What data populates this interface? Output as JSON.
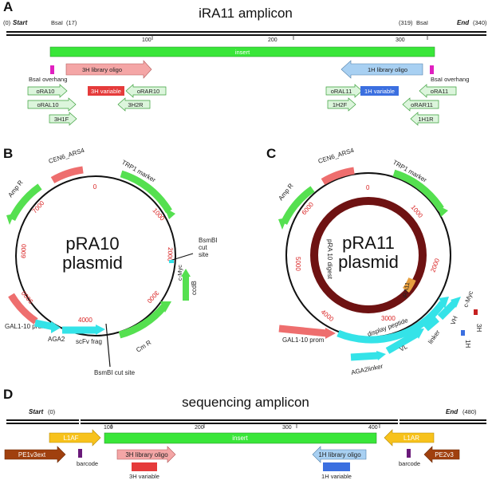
{
  "colors": {
    "insert_green": "#39e639",
    "oligo_pink": "#f4a6a6",
    "oligo_blue": "#a8d0f2",
    "primer_green": "#dcf5dc",
    "variable_red": "#e53b3b",
    "variable_blue": "#3b6fe0",
    "marker_green": "#55e050",
    "cen_red": "#ee6e6e",
    "cyan": "#34e3e8",
    "gold": "#f7c21c",
    "brown": "#a0400e",
    "magenta": "#e020c0",
    "purple": "#6a1a7a",
    "plasmid_dark": "#6e1212",
    "tick_red": "#d81e1e"
  },
  "panel_a": {
    "label": "A",
    "title": "iRA11 amplicon",
    "start_pos": "(0)",
    "start_label": "Start",
    "bsai_left": "BsaI",
    "bsai_left_pos": "(17)",
    "bsai_right_pos": "(319)",
    "bsai_right": "BsaI",
    "end_label": "End",
    "end_pos": "(340)",
    "ticks": [
      "100",
      "200",
      "300"
    ],
    "insert_label": "insert",
    "oligo_3h": "3H library oligo",
    "oligo_1h": "1H library oligo",
    "overhang_left": "BsaI overhang",
    "overhang_right": "BsaI overhang",
    "primer_ora10": "oRA10",
    "var_3h": "3H variable",
    "primer_orar10": "oRAR10",
    "primer_oral10": "oRAL10",
    "primer_3h2r": "3H2R",
    "primer_3h1f": "3H1F",
    "primer_oral11": "oRAL11",
    "var_1h": "1H variable",
    "primer_ora11": "oRA11",
    "primer_1h2f": "1H2F",
    "primer_orar11": "oRAR11",
    "primer_1h1r": "1H1R"
  },
  "panel_b": {
    "label": "B",
    "name_line1": "pRA10",
    "name_line2": "plasmid",
    "ticks": [
      "0",
      "1000",
      "2000",
      "3000",
      "4000",
      "5000",
      "6000",
      "7000"
    ],
    "cen": "CEN6_ARS4",
    "trp1": "TRP1 marker",
    "ampr": "Amp R",
    "bsmbi_top_1": "BsmBI",
    "bsmbi_top_2": "cut",
    "bsmbi_top_3": "site",
    "cmyc": "c-Myc",
    "ccdb": "ccdB",
    "cmr": "Cm R",
    "gal": "GAL1-10 prom",
    "aga2": "AGA2",
    "scfv": "scFv frag",
    "bsmbi_bottom": "BsmBI cut site"
  },
  "panel_c": {
    "label": "C",
    "name_line1": "pRA11",
    "name_line2": "plasmid",
    "ticks": [
      "0",
      "1000",
      "2000",
      "3000",
      "4000",
      "5000",
      "6000"
    ],
    "cen": "CEN6_ARS4",
    "trp1": "TRP1 marker",
    "ampr": "Amp R",
    "digest": "pRA 10 digest",
    "ira11": "iRA11",
    "gal": "GAL1-10 prom",
    "display": "display peptide",
    "cmyc": "c-Myc",
    "h3": "3H",
    "vh": "VH",
    "linker1": "linker",
    "h1": "1H",
    "vl": "VL",
    "aga2linker": "AGA2linker"
  },
  "panel_d": {
    "label": "D",
    "title": "sequencing amplicon",
    "start_label": "Start",
    "start_pos": "(0)",
    "end_label": "End",
    "end_pos": "(480)",
    "ticks": [
      "100",
      "200",
      "300",
      "400"
    ],
    "insert_label": "insert",
    "l1af": "L1AF",
    "l1ar": "L1AR",
    "pe1v3ext": "PE1v3ext",
    "pe2v3": "PE2v3",
    "barcode_left": "barcode",
    "barcode_right": "barcode",
    "oligo_3h": "3H library oligo",
    "oligo_1h": "1H library oligo",
    "var_3h": "3H variable",
    "var_1h": "1H variable"
  }
}
